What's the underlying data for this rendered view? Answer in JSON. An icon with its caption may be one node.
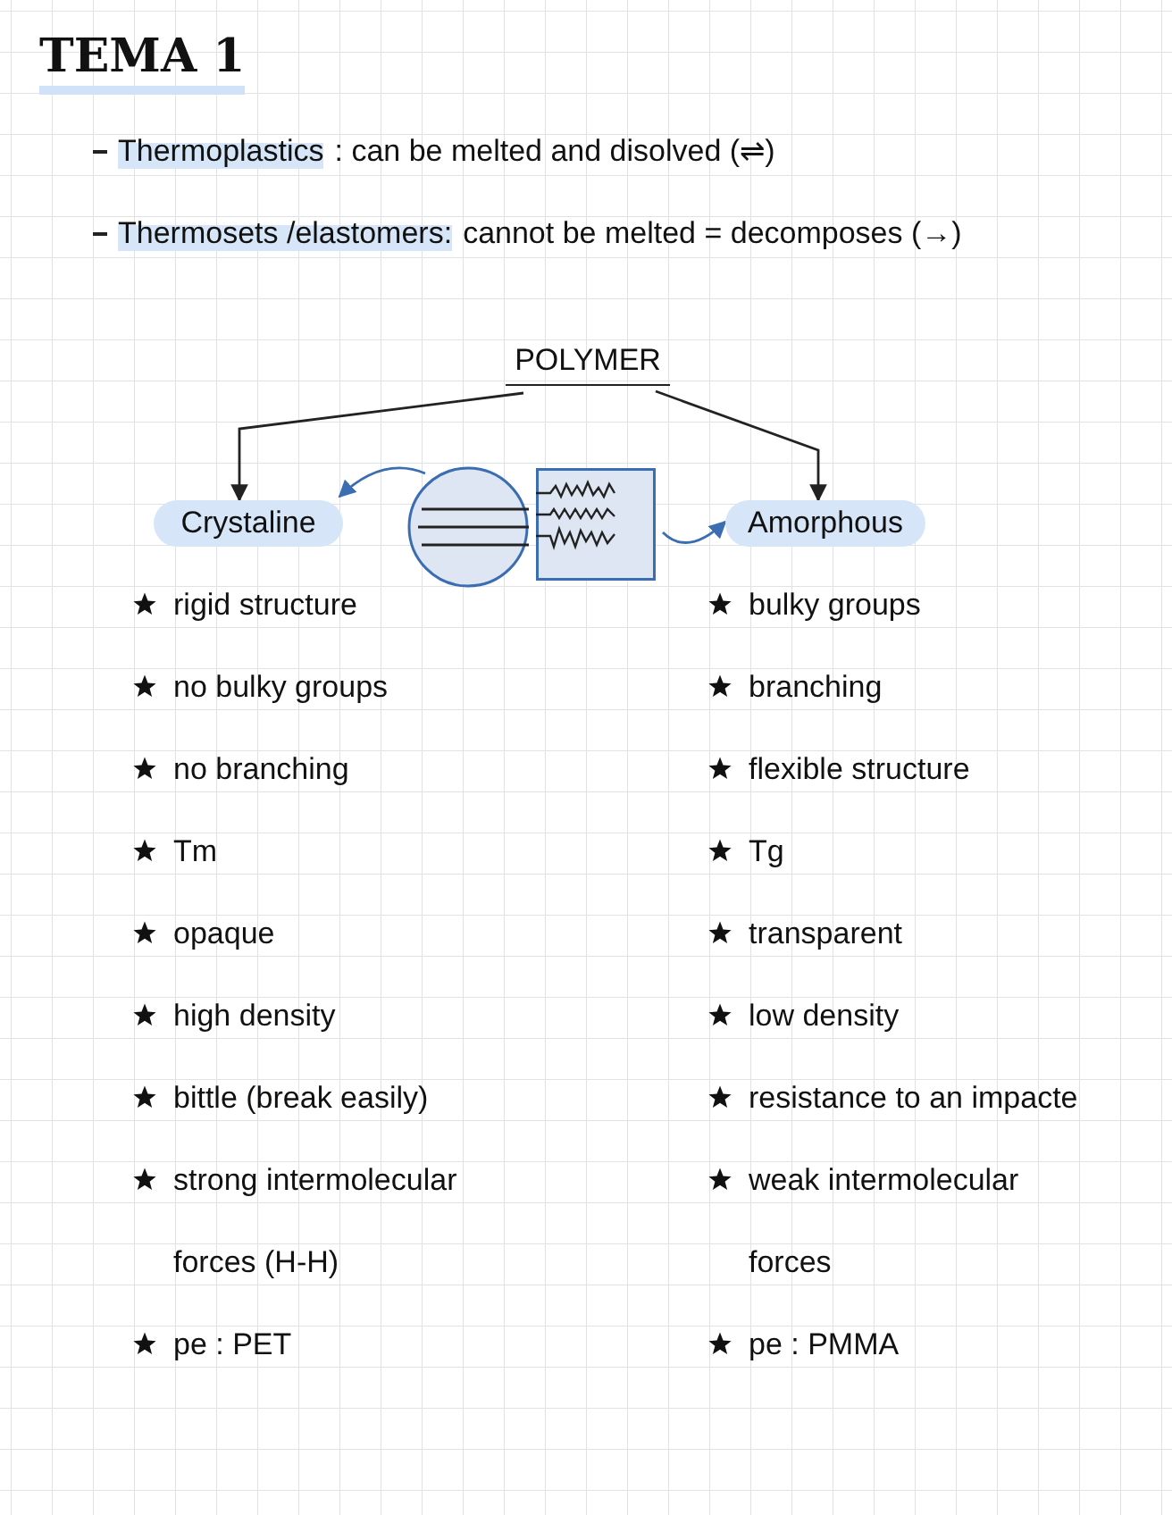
{
  "diagram": {
    "title": "TEMA 1",
    "nodes": [
      {
        "text": [
          "POLYMER"
        ]
      },
      {
        "text": [
          "Crystaline"
        ]
      },
      {
        "text": [
          "Amorphous"
        ]
      },
      {
        "text": [],
        "shape": "circle"
      },
      {
        "text": [],
        "shape": "box"
      }
    ],
    "edges": [
      {
        "from": 0,
        "to": 1,
        "arrow": "to"
      },
      {
        "from": 0,
        "to": 2,
        "arrow": "to"
      },
      {
        "from": 3,
        "to": 1,
        "arrow": "to",
        "color": "#3b6db3"
      },
      {
        "from": 4,
        "to": 2,
        "arrow": "to",
        "color": "#3b6db3"
      }
    ],
    "labels": [
      "Thermoplastics",
      ": can be melted and disolved (⇌)",
      "Thermosets /elastomers:",
      "cannot be melted = decomposes (→)",
      "rigid structure",
      "bulky groups",
      "no bulky groups",
      "branching",
      "no branching",
      "flexible structure",
      "Tm",
      "Tg",
      "opaque",
      "transparent",
      "high density",
      "low density",
      "bittle (break easily)",
      "resistance to an impacte",
      "strong intermolecular forces (H-H)",
      "weak intermolecular forces",
      "pe : PET",
      "pe : PMMA"
    ]
  }
}
